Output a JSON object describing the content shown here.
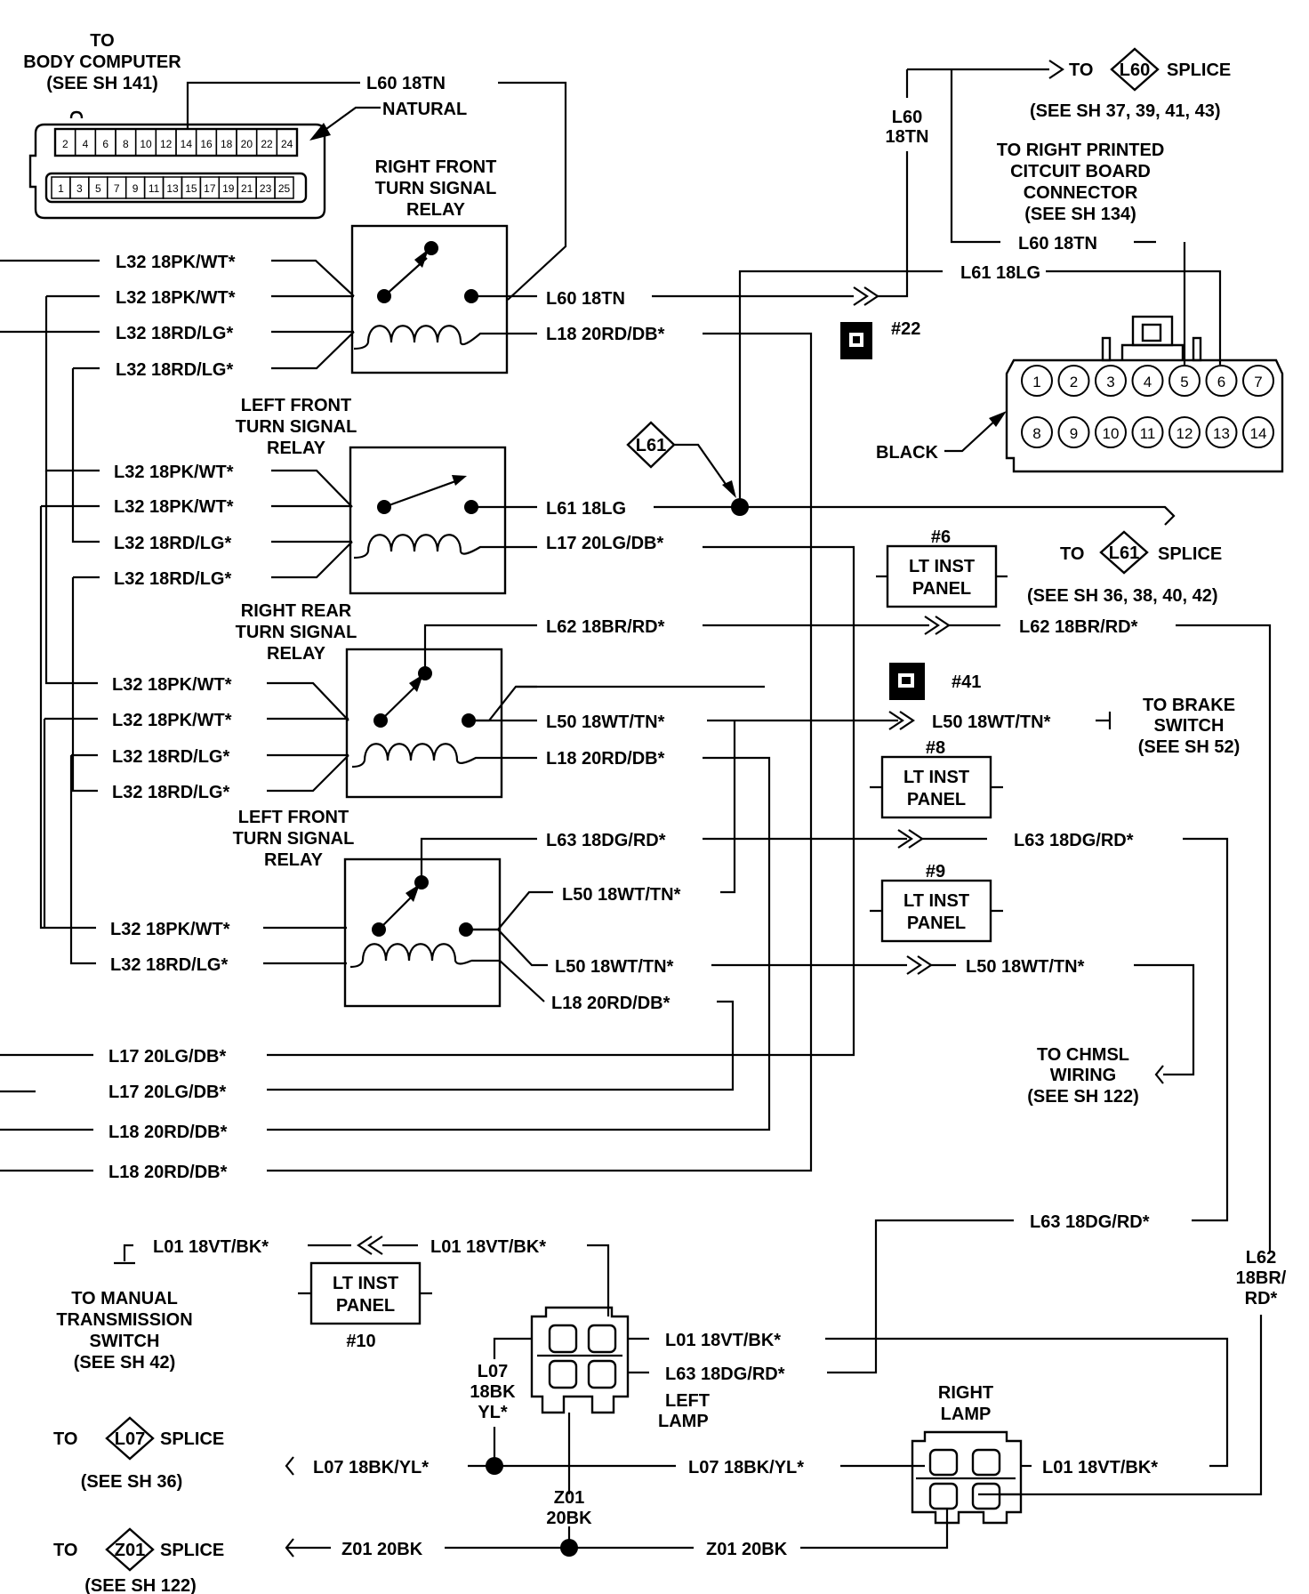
{
  "body_computer": {
    "line1": "TO",
    "line2": "BODY COMPUTER",
    "line3": "(SEE SH 141)",
    "natural": "NATURAL",
    "pins_top": [
      "2",
      "4",
      "6",
      "8",
      "10",
      "12",
      "14",
      "16",
      "18",
      "20",
      "22",
      "24"
    ],
    "pins_bottom": [
      "1",
      "3",
      "5",
      "7",
      "9",
      "11",
      "13",
      "15",
      "17",
      "19",
      "21",
      "23",
      "25"
    ]
  },
  "relays": {
    "rf": [
      "RIGHT FRONT",
      "TURN SIGNAL",
      "RELAY"
    ],
    "lf": [
      "LEFT FRONT",
      "TURN SIGNAL",
      "RELAY"
    ],
    "rr": [
      "RIGHT REAR",
      "TURN SIGNAL",
      "RELAY"
    ],
    "lf2": [
      "LEFT FRONT",
      "TURN SIGNAL",
      "RELAY"
    ]
  },
  "wires": {
    "l60_top": "L60 18TN",
    "l60_vert": [
      "L60",
      "18TN"
    ],
    "l32_pk": "L32 18PK/WT*",
    "l32_rd": "L32 18RD/LG*",
    "l60_rf": "L60 18TN",
    "l18_rf": "L18 20RD/DB*",
    "l61_lf": "L61 18LG",
    "l17_lf": "L17 20LG/DB*",
    "l62": "L62 18BR/RD*",
    "l50": "L50 18WT/TN*",
    "l18_rr": "L18 20RD/DB*",
    "l63": "L63 18DG/RD*",
    "l50_b": "L50 18WT/TN*",
    "l50_c": "L50 18WT/TN*",
    "l18_lf2": "L18 20RD/DB*",
    "l17": "L17 20LG/DB*",
    "l18": "L18 20RD/DB*",
    "l61_pcb": "L61 18LG",
    "l60_pcb": "L60 18TN",
    "l62_right": "L62 18BR/RD*",
    "l50_right": "L50 18WT/TN*",
    "l63_right": "L63 18DG/RD*",
    "l50_chmsl": "L50 18WT/TN*",
    "l63_bottom": "L63 18DG/RD*",
    "l62_vert": [
      "L62",
      "18BR/",
      "RD*"
    ],
    "l01": "L01 18VT/BK*",
    "l01_b": "L01 18VT/BK*",
    "l01_lamp": "L01 18VT/BK*",
    "l63_lamp": "L63 18DG/RD*",
    "l07_vert": [
      "L07",
      "18BK",
      "YL*"
    ],
    "l07_a": "L07 18BK/YL*",
    "l07_b": "L07 18BK/YL*",
    "l01_right": "L01 18VT/BK*",
    "z01_vert": [
      "Z01",
      "20BK"
    ],
    "z01_a": "Z01 20BK",
    "z01_b": "Z01 20BK"
  },
  "splices": {
    "l60": {
      "to": "TO",
      "tag": "L60",
      "splice": "SPLICE",
      "see": "(SEE SH 37, 39, 41, 43)"
    },
    "l61": {
      "to": "TO",
      "tag": "L61",
      "splice": "SPLICE",
      "see": "(SEE SH 36, 38, 40, 42)"
    },
    "l61_tag": "L61",
    "l07": {
      "to": "TO",
      "tag": "L07",
      "splice": "SPLICE",
      "see": "(SEE SH 36)"
    },
    "z01": {
      "to": "TO",
      "tag": "Z01",
      "splice": "SPLICE",
      "see": "(SEE SH 122)"
    }
  },
  "pcb": {
    "lines": [
      "TO RIGHT PRINTED",
      "CITCUIT BOARD",
      "CONNECTOR",
      "(SEE SH 134)"
    ],
    "black": "BLACK",
    "pins_top": [
      "1",
      "2",
      "3",
      "4",
      "5",
      "6",
      "7"
    ],
    "pins_bottom": [
      "8",
      "9",
      "10",
      "11",
      "12",
      "13",
      "14"
    ]
  },
  "grounds": {
    "g22": "#22",
    "g41": "#41"
  },
  "panels": {
    "p6": {
      "num": "#6",
      "l1": "LT INST",
      "l2": "PANEL"
    },
    "p8": {
      "num": "#8",
      "l1": "LT INST",
      "l2": "PANEL"
    },
    "p9": {
      "num": "#9",
      "l1": "LT INST",
      "l2": "PANEL"
    },
    "p10": {
      "num": "#10",
      "l1": "LT INST",
      "l2": "PANEL"
    }
  },
  "destinations": {
    "brake": [
      "TO BRAKE",
      "SWITCH",
      "(SEE SH 52)"
    ],
    "chmsl": [
      "TO CHMSL",
      "WIRING",
      "(SEE SH 122)"
    ],
    "manual": [
      "TO MANUAL",
      "TRANSMISSION",
      "SWITCH",
      "(SEE SH 42)"
    ]
  },
  "lamps": {
    "left": [
      "LEFT",
      "LAMP"
    ],
    "right": [
      "RIGHT",
      "LAMP"
    ]
  }
}
